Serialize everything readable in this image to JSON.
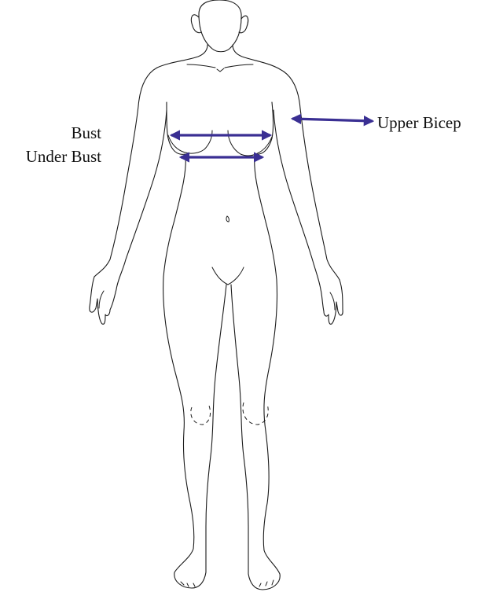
{
  "labels": {
    "bust": "Bust",
    "under_bust": "Under Bust",
    "upper_bicep": "Upper Bicep"
  },
  "colors": {
    "arrow": "#3a2f93",
    "line": "#1a1a1a",
    "text": "#111111",
    "background": "#ffffff"
  }
}
